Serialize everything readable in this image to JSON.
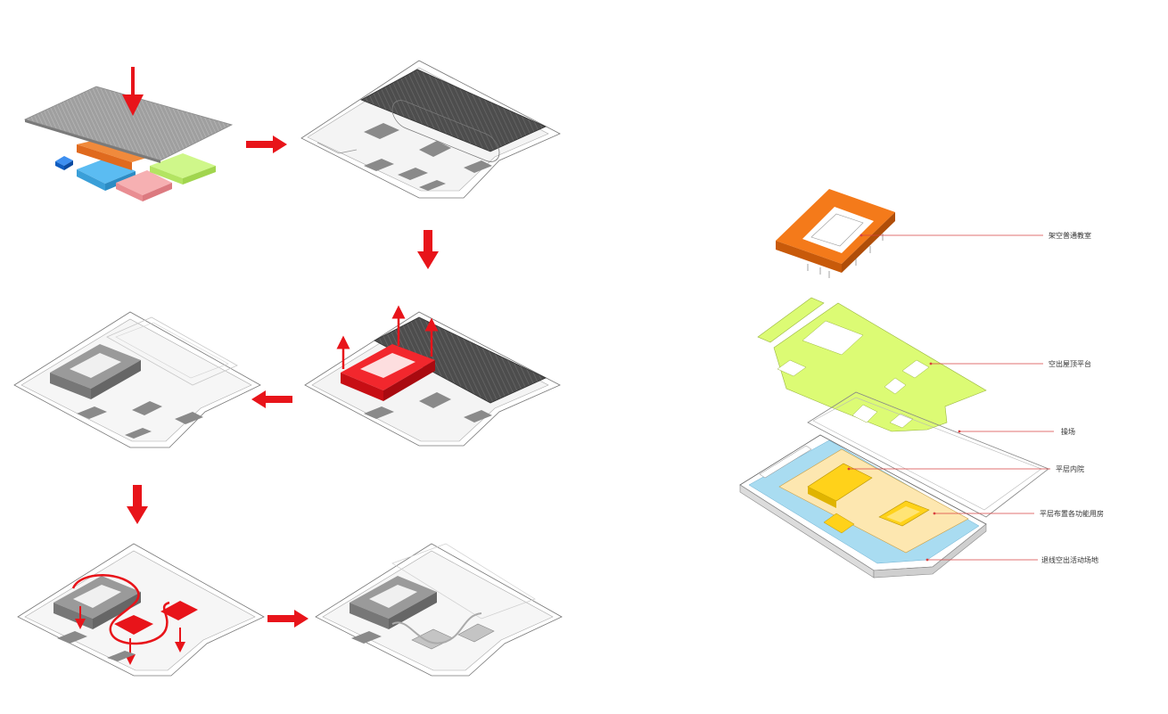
{
  "colors": {
    "red": "#e8141a",
    "orange": "#f47a1a",
    "lime": "#dcfb74",
    "yellow": "#ffd21a",
    "cream": "#fde7b0",
    "lightblue": "#a9dcf1",
    "grey_deck": "#a6a6a6",
    "dark_field": "#5a5a5a",
    "block_grey": "#8e8e8e",
    "blue": "#55b8f0",
    "pink": "#f4a5a8",
    "green": "#c6f577",
    "navy": "#1a6fd6",
    "leader": "#d94040"
  },
  "exploded_labels": [
    "架空普通教室",
    "空出屋顶平台",
    "操场",
    "平层内院",
    "平层布置各功能用房",
    "退线空出活动场地"
  ]
}
